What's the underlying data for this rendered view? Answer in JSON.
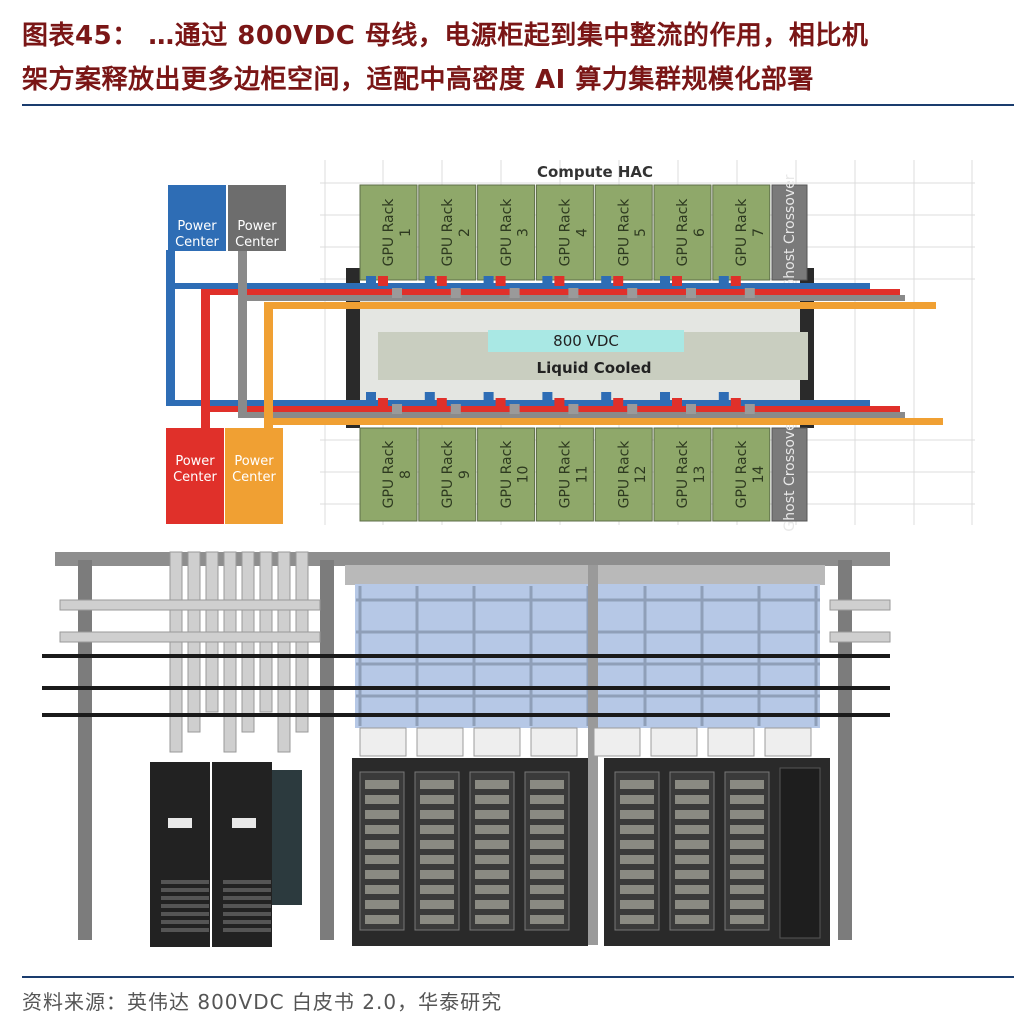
{
  "title": {
    "line1": "图表45： …通过 800VDC 母线，电源柜起到集中整流的作用，相比机",
    "line2": "架方案释放出更多边柜空间，适配中高密度 AI 算力集群规模化部署"
  },
  "diagram": {
    "header": "Compute HAC",
    "bus_label": "800 VDC",
    "cooling_label": "Liquid Cooled",
    "power_centers": [
      {
        "label": "Power Center",
        "color": "#2e6db5"
      },
      {
        "label": "Power Center",
        "color": "#6d6d6d"
      },
      {
        "label": "Power Center",
        "color": "#e0302a"
      },
      {
        "label": "Power Center",
        "color": "#f0a033"
      }
    ],
    "top_racks": [
      "GPU Rack 1",
      "GPU Rack 2",
      "GPU Rack 3",
      "GPU Rack 4",
      "GPU Rack 5",
      "GPU Rack 6",
      "GPU Rack 7"
    ],
    "top_ghost": "Ghost Crossover",
    "bottom_racks": [
      "GPU Rack 8",
      "GPU Rack 9",
      "GPU Rack 10",
      "GPU Rack 11",
      "GPU Rack 12",
      "GPU Rack 13",
      "GPU Rack 14"
    ],
    "bottom_ghost": "Ghost Crossover",
    "colors": {
      "rack": "#8fa86a",
      "ghost": "#7a7a7a",
      "blue": "#2e6db5",
      "red": "#e0302a",
      "gray": "#8a8a8a",
      "orange": "#f0a033"
    }
  },
  "source": "资料来源：英伟达 800VDC 白皮书 2.0，华泰研究"
}
